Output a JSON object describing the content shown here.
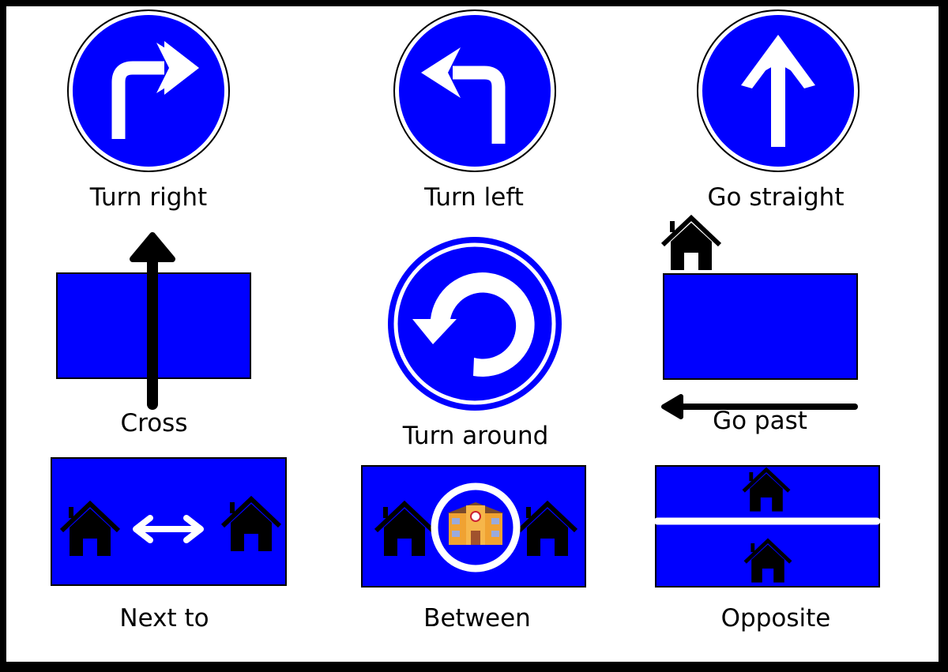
{
  "colors": {
    "blue": "#0000ff",
    "white": "#ffffff",
    "black": "#000000",
    "school": "#f0a232"
  },
  "signs": {
    "turn_right": {
      "label": "Turn right",
      "icon": "turn-right-arrow"
    },
    "turn_left": {
      "label": "Turn left",
      "icon": "turn-left-arrow"
    },
    "go_straight": {
      "label": "Go straight",
      "icon": "up-arrow"
    },
    "cross": {
      "label": "Cross",
      "icon": "up-arrow-over-block"
    },
    "turn_around": {
      "label": "Turn around",
      "icon": "u-turn-arrow"
    },
    "go_past": {
      "label": "Go past",
      "icon": "left-arrow-past-block"
    },
    "next_to": {
      "label": "Next to",
      "icon": "double-arrow-between-houses"
    },
    "between": {
      "label": "Between",
      "icon": "school-between-houses"
    },
    "opposite": {
      "label": "Opposite",
      "icon": "houses-across-road"
    }
  }
}
